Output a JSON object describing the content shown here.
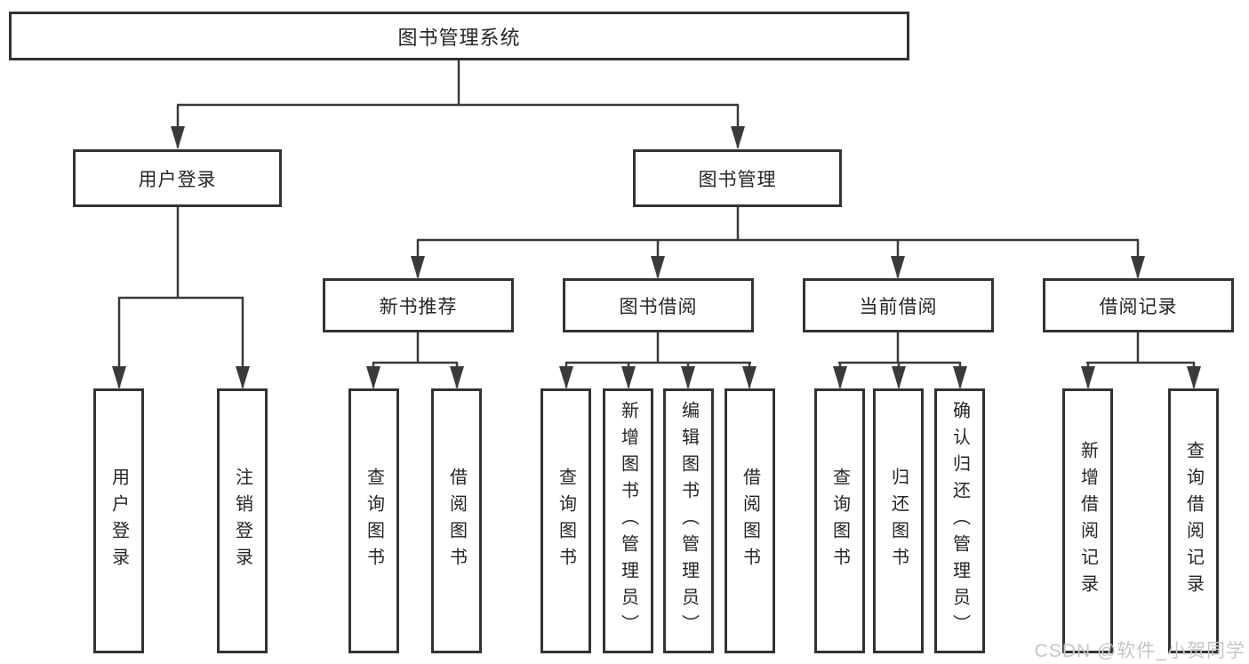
{
  "colors": {
    "background": "#ffffff",
    "box_border": "#333333",
    "connector_line": "#3a3a3a",
    "text": "#262626",
    "watermark": "#c6c6c6"
  },
  "tree": {
    "label": "图书管理系统",
    "children": [
      {
        "label": "用户登录",
        "children": [
          {
            "label": "用户登录"
          },
          {
            "label": "注销登录"
          }
        ]
      },
      {
        "label": "图书管理",
        "children": [
          {
            "label": "新书推荐",
            "children": [
              {
                "label": "查询图书"
              },
              {
                "label": "借阅图书"
              }
            ]
          },
          {
            "label": "图书借阅",
            "children": [
              {
                "label": "查询图书"
              },
              {
                "label": "新增图书（管理员）"
              },
              {
                "label": "编辑图书（管理员）"
              },
              {
                "label": "借阅图书"
              }
            ]
          },
          {
            "label": "当前借阅",
            "children": [
              {
                "label": "查询图书"
              },
              {
                "label": "归还图书"
              },
              {
                "label": "确认归还（管理员）"
              }
            ]
          },
          {
            "label": "借阅记录",
            "children": [
              {
                "label": "新增借阅记录"
              },
              {
                "label": "查询借阅记录"
              }
            ]
          }
        ]
      }
    ]
  },
  "watermark": "CSDN @软件_小贺同学"
}
